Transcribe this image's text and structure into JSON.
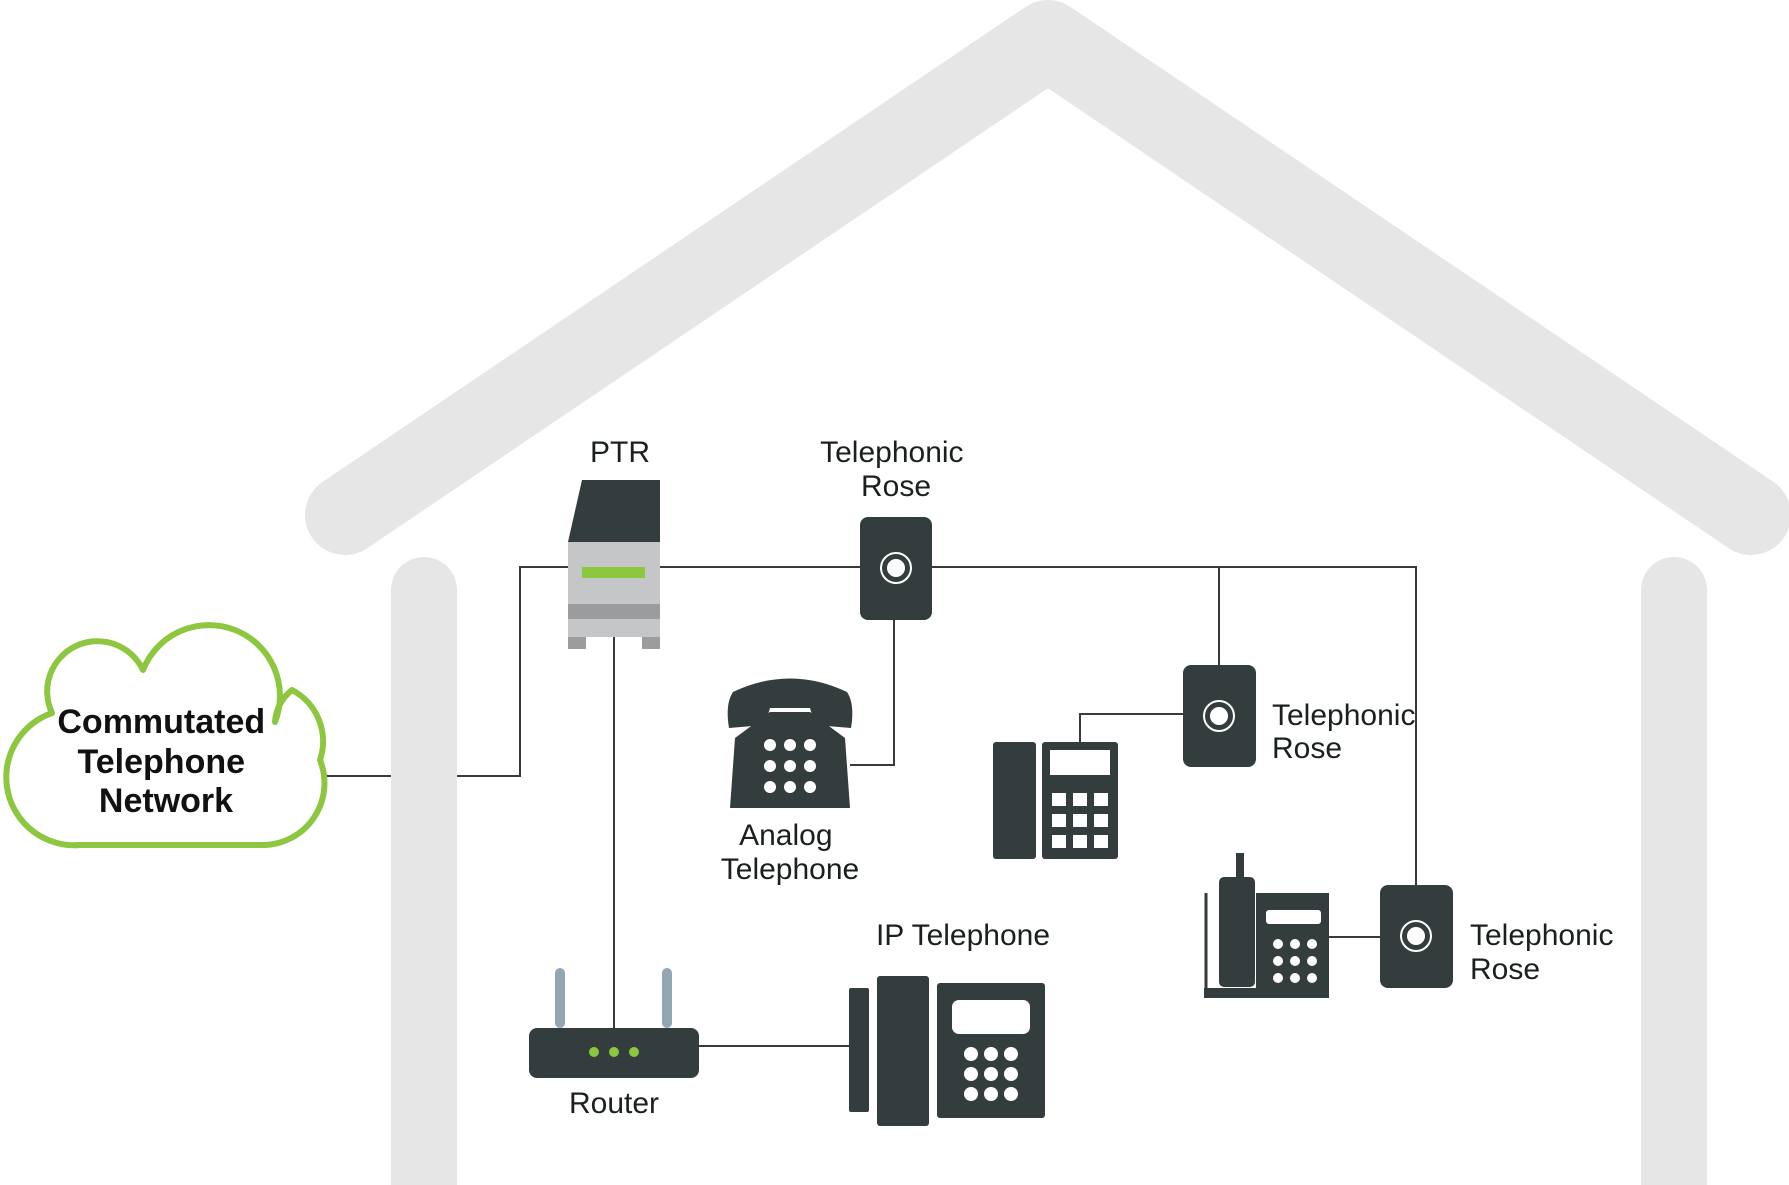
{
  "colors": {
    "house": "#e6e6e6",
    "device": "#343d3d",
    "wire": "#3a3a3a",
    "accent": "#8dc63f",
    "ptr_body": "#c4c6c7",
    "ptr_band": "#9a9c9d",
    "antenna": "#93a7b2"
  },
  "cloud": {
    "lines": [
      "Commutated",
      "Telephone",
      "Network"
    ]
  },
  "ptr": {
    "label": "PTR"
  },
  "rose_top": {
    "lines": [
      "Telephonic",
      "Rose"
    ]
  },
  "rose_mid": {
    "lines": [
      "Telephonic",
      "Rose"
    ]
  },
  "rose_bottom": {
    "lines": [
      "Telephonic",
      "Rose"
    ]
  },
  "analog_phone": {
    "lines": [
      "Analog",
      "Telephone"
    ]
  },
  "ip_phone": {
    "label": "IP Telephone"
  },
  "router": {
    "label": "Router"
  },
  "icons": [
    "house-outline-icon",
    "cloud-icon",
    "ptr-device-icon",
    "wall-socket-icon",
    "analog-telephone-icon",
    "office-telephone-icon",
    "cordless-telephone-icon",
    "ip-telephone-icon",
    "router-icon"
  ]
}
